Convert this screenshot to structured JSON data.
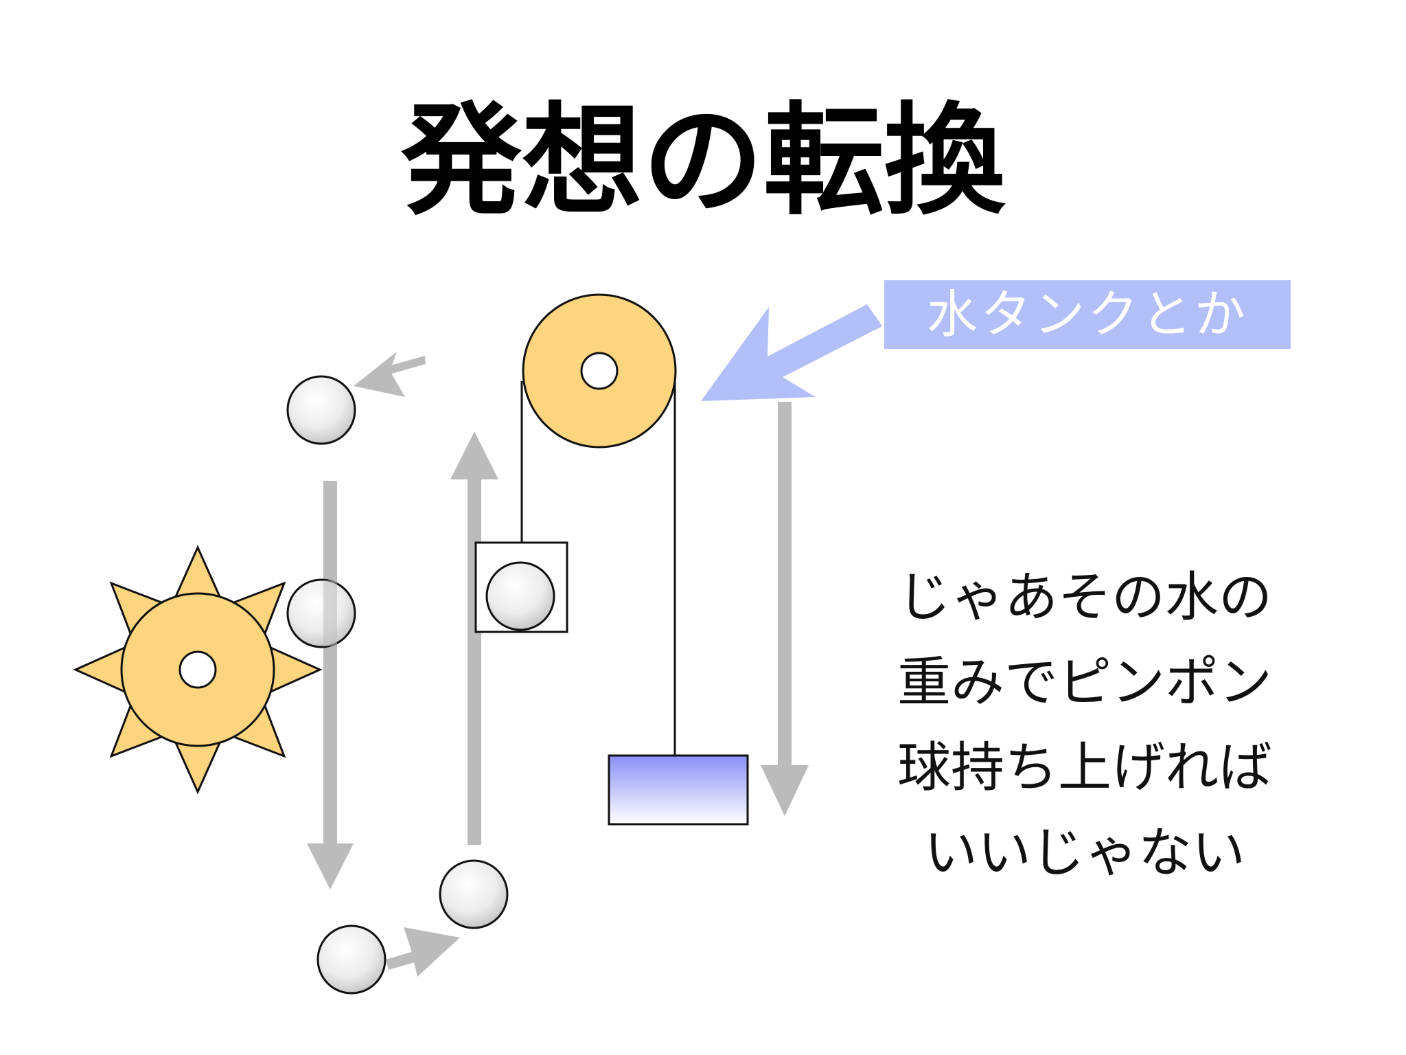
{
  "slide": {
    "title": "発想の転換",
    "callout_label": "水タンクとか",
    "explanation_lines": [
      "じゃあその水の",
      "重みでピンポン",
      "球持ち上げれば",
      "いいじゃない"
    ]
  },
  "colors": {
    "wheel_fill": "#fcd57e",
    "arrow_gray": "#bbbbbb",
    "callout_blue": "#b3bff8",
    "weight_top": "#8a8ff5",
    "weight_bottom": "#ffffff",
    "outline": "#111111"
  },
  "icons": {
    "gear": "gear-icon",
    "pulley": "pulley-wheel",
    "ball": "ping-pong-ball",
    "weight": "water-tank-weight"
  }
}
